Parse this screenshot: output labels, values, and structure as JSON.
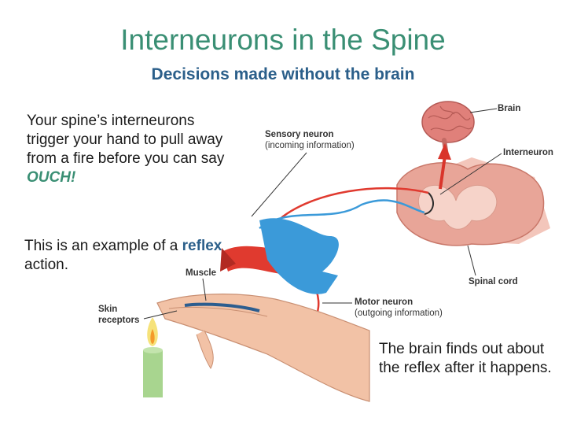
{
  "title": "Interneurons in the Spine",
  "subtitle": "Decisions made without the brain",
  "para1": {
    "text": "Your spine’s interneurons trigger your hand to pull away from a fire before you can say ",
    "emphasis": "OUCH!"
  },
  "para2": {
    "before": "This is an example of a ",
    "keyword": "reflex",
    "after": " action."
  },
  "para3": "The brain finds out about the reflex after it happens.",
  "labels": {
    "brain": "Brain",
    "sensory": "Sensory neuron",
    "sensory_sub": "(incoming information)",
    "interneuron": "Interneuron",
    "muscle": "Muscle",
    "skin": "Skin",
    "skin2": "receptors",
    "motor": "Motor neuron",
    "motor_sub": "(outgoing information)",
    "spinal": "Spinal cord"
  },
  "colors": {
    "title": "#3a8f74",
    "subtitle": "#2b5f8a",
    "sensory_neuron": "#e03a2f",
    "motor_neuron": "#3b9ad9",
    "spinal_cord": "#e8a598",
    "brain": "#e0807a"
  }
}
